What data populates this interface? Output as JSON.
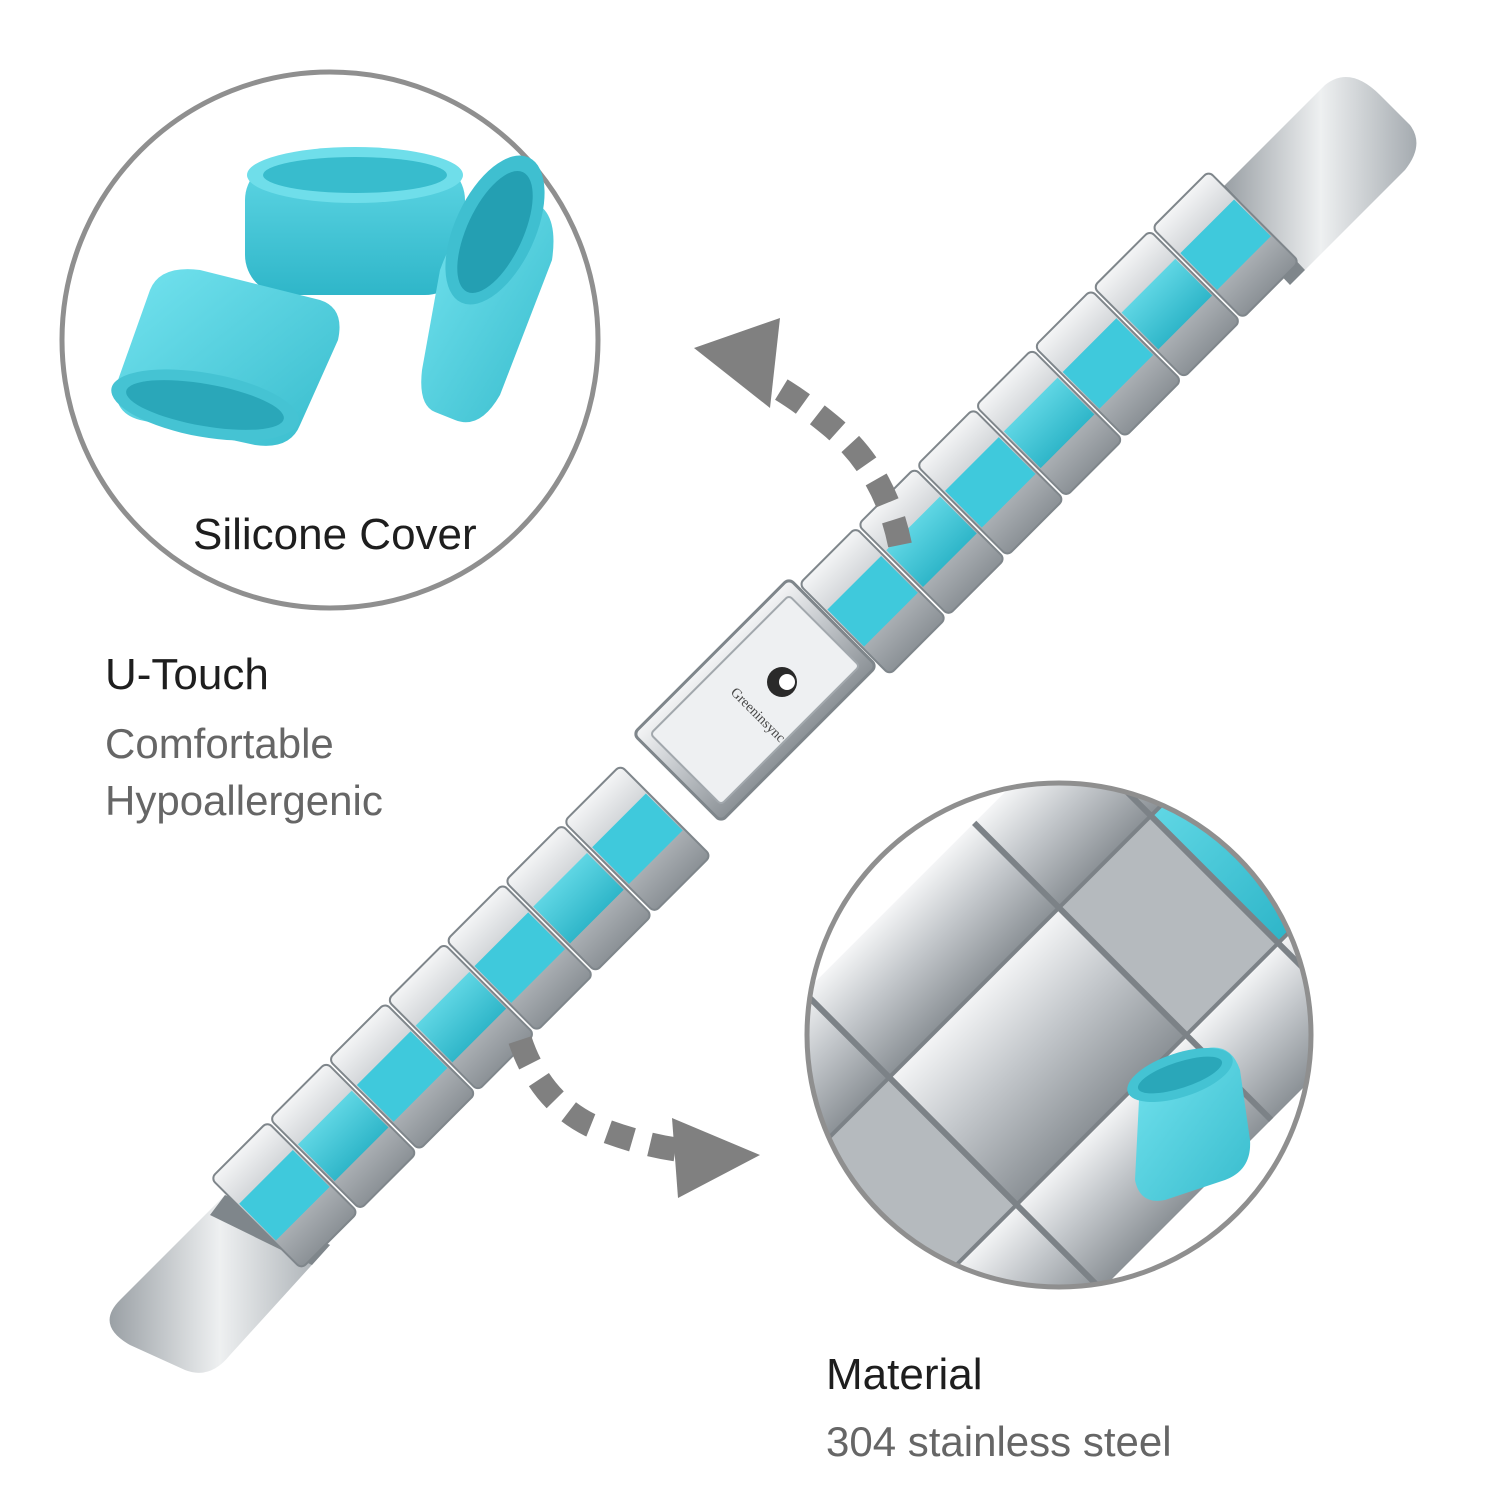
{
  "callouts": {
    "silicone_cover": "Silicone Cover",
    "utouch": {
      "title": "U-Touch",
      "line1": "Comfortable",
      "line2": "Hypoallergenic"
    },
    "material": {
      "title": "Material",
      "subtitle": "304 stainless steel"
    }
  },
  "logo": {
    "brand_text": "Greeninsync"
  },
  "colors": {
    "accent_silicone": "#3fc9dc",
    "silicone_light": "#6be0ee",
    "steel": "#c9cdd1",
    "steel_dark": "#8d9398",
    "circle_border": "#8f8f8f",
    "arrow": "#808080",
    "title_text": "#1e1e1e",
    "body_text": "#666666"
  },
  "icons": {
    "arrow_up": "curved-dashed-arrow-up-left",
    "arrow_down": "curved-dashed-arrow-down-right"
  }
}
